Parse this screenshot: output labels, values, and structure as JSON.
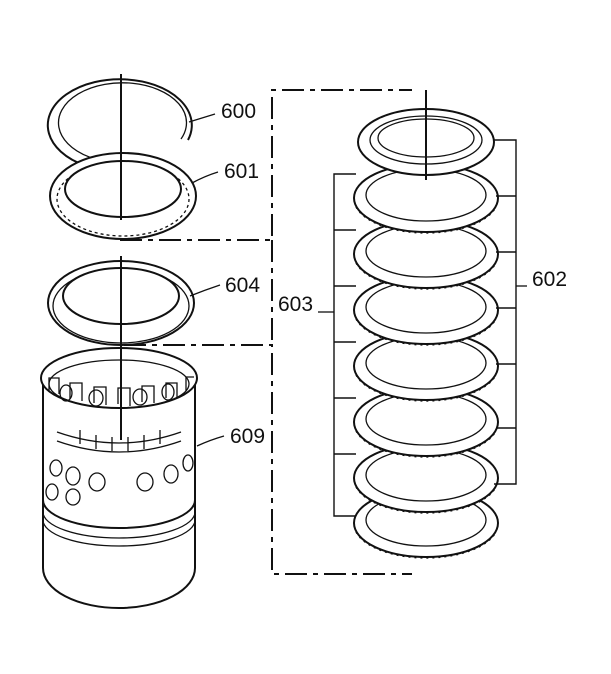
{
  "diagram": {
    "callouts": {
      "c600": "600",
      "c601": "601",
      "c604": "604",
      "c609": "609",
      "c603": "603",
      "c602": "602"
    }
  }
}
